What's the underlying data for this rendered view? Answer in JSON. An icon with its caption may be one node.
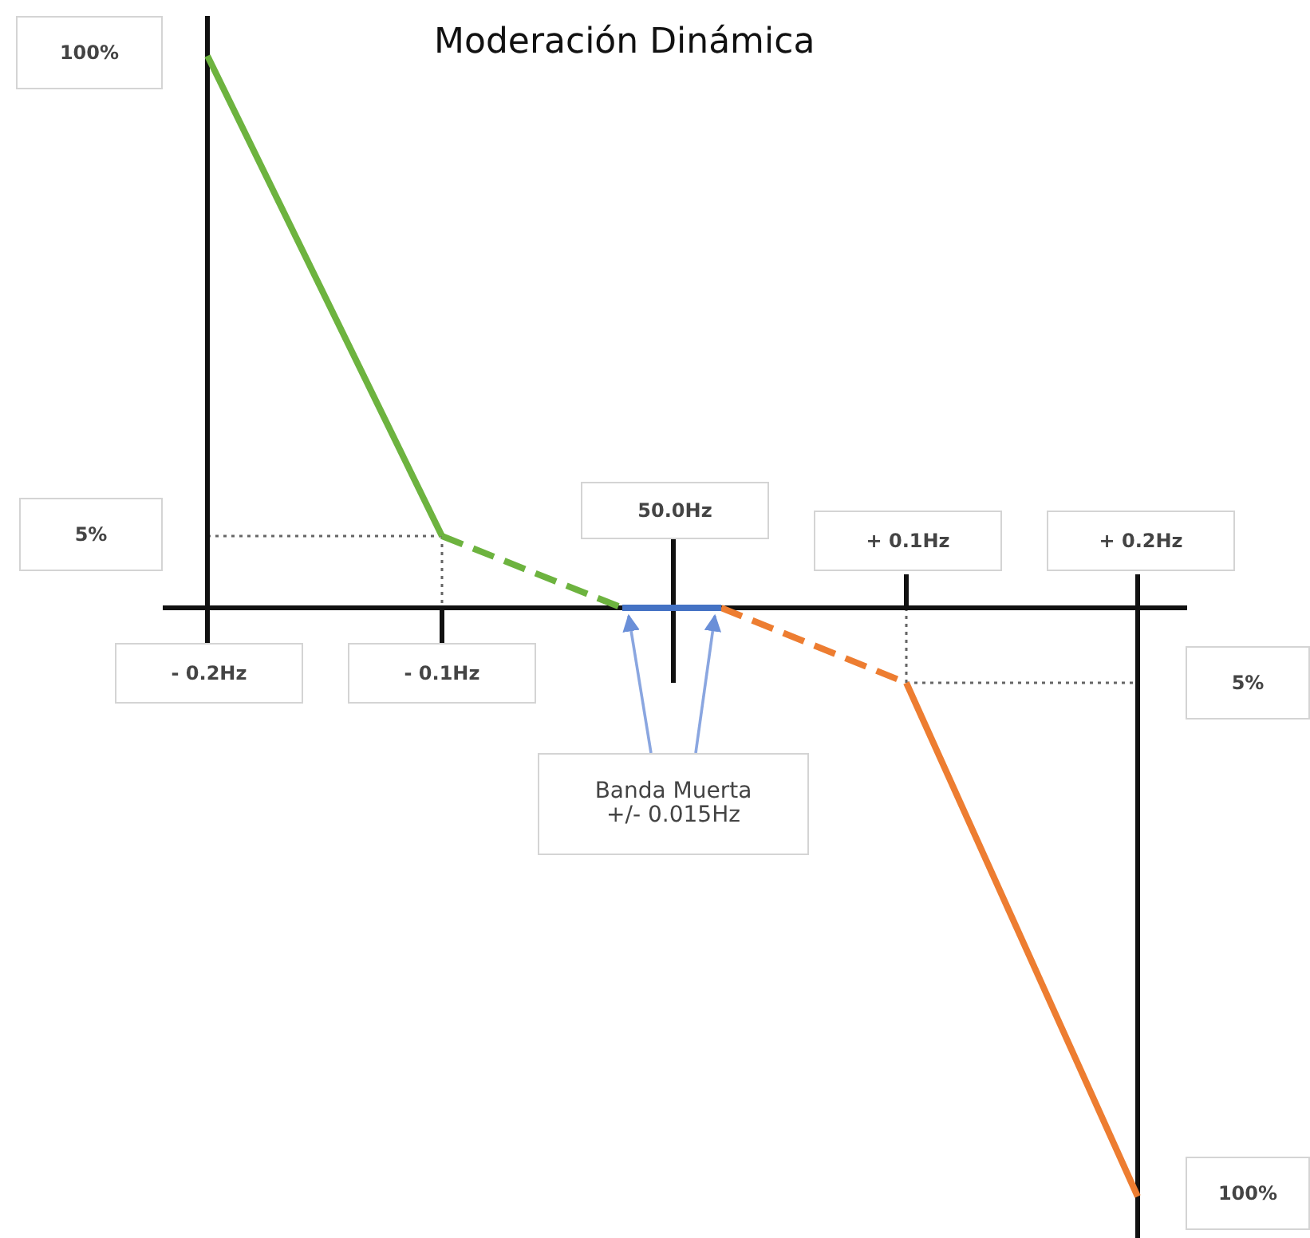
{
  "diagram": {
    "title": "Moderación Dinámica",
    "nodes": [
      {
        "text": [
          "100%"
        ]
      },
      {
        "text": [
          "5%"
        ]
      },
      {
        "text": [
          "50.0Hz"
        ]
      },
      {
        "text": [
          "+ 0.1Hz"
        ]
      },
      {
        "text": [
          "+ 0.2Hz"
        ]
      },
      {
        "text": [
          "- 0.2Hz"
        ]
      },
      {
        "text": [
          "- 0.1Hz"
        ]
      },
      {
        "text": [
          "5%"
        ]
      },
      {
        "text": [
          "Banda Muerta +/- 0.015Hz"
        ]
      },
      {
        "text": [
          "100%"
        ]
      },
      {
        "text": [],
        "shape": "line"
      }
    ],
    "edges": [
      {
        "from": 8,
        "to": 10,
        "arrow": "to"
      },
      {
        "from": 8,
        "to": 10,
        "arrow": "to"
      }
    ]
  }
}
